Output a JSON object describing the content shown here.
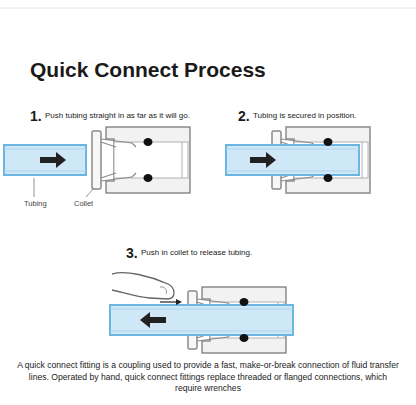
{
  "diagram": {
    "title": "Quick Connect Process",
    "caption": "A quick connect fitting is a coupling used to provide a fast, make-or-break connection of fluid transfer lines. Operated by hand, quick connect fittings replace threaded or flanged connections, which require wrenches",
    "labels": [
      "1.",
      "Push tubing straight in as far as it will go.",
      "2.",
      "Tubing is secured in position.",
      "3.",
      "Push in collet to release tubing.",
      "Tubing",
      "Collet"
    ]
  }
}
